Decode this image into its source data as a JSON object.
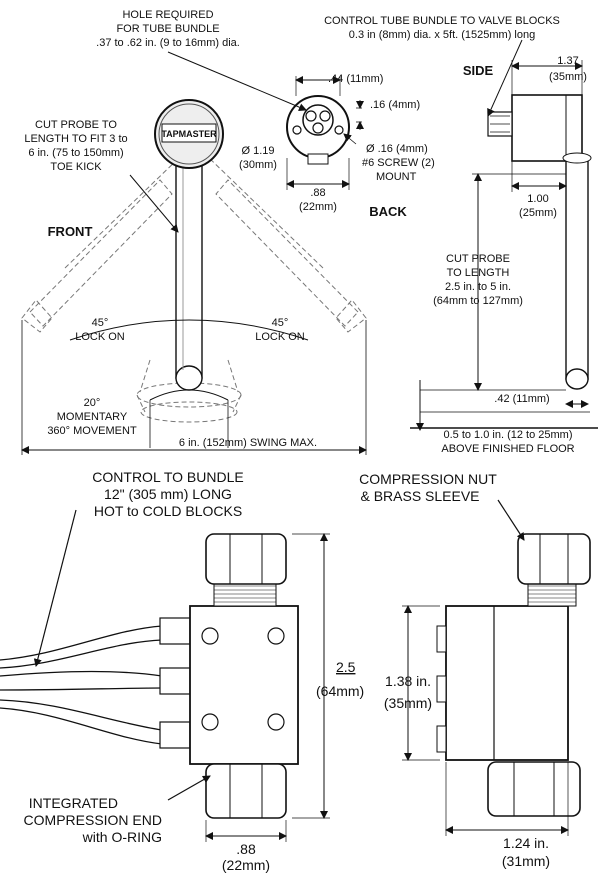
{
  "top": {
    "hole_required": [
      "HOLE REQUIRED",
      "FOR  TUBE BUNDLE",
      ".37 to .62 in. (9 to 16mm) dia."
    ],
    "control_tube": [
      "CONTROL TUBE BUNDLE TO VALVE BLOCKS",
      "0.3 in (8mm) dia. x 5ft. (1525mm) long"
    ],
    "side_label": "SIDE",
    "back_label": "BACK",
    "front_label": "FRONT",
    "cut_probe_front": [
      "CUT PROBE TO",
      "LENGTH TO FIT 3 to",
      "6 in. (75 to 150mm)",
      "TOE KICK"
    ],
    "logo_text": "TAPMASTER",
    "dim_44": ".44 (11mm)",
    "dim_16a": ".16 (4mm)",
    "dim_119": [
      "Ø  1.19",
      "(30mm)"
    ],
    "dim_16b": [
      "Ø  .16 (4mm)",
      "#6 SCREW (2)",
      "MOUNT"
    ],
    "dim_88_back": [
      ".88",
      "(22mm)"
    ],
    "dim_137": [
      "1.37",
      "(35mm)"
    ],
    "dim_100": [
      "1.00",
      "(25mm)"
    ],
    "cut_probe_side": [
      "CUT PROBE",
      "TO LENGTH",
      "2.5 in. to 5 in.",
      "(64mm to 127mm)"
    ],
    "dim_42": ".42 (11mm)",
    "floor": [
      "0.5 to 1.0 in. (12 to 25mm)",
      "ABOVE FINISHED FLOOR"
    ],
    "lock_left": [
      "45°",
      "LOCK ON"
    ],
    "lock_right": [
      "45°",
      "LOCK ON"
    ],
    "momentary": [
      "20°",
      "MOMENTARY",
      "360° MOVEMENT"
    ],
    "swing": "6 in. (152mm) SWING MAX."
  },
  "bottom": {
    "control_bundle": [
      "CONTROL TO BUNDLE",
      "12\" (305 mm) LONG",
      "HOT to COLD BLOCKS"
    ],
    "compression_nut": [
      "COMPRESSION NUT",
      "& BRASS SLEEVE"
    ],
    "integrated": [
      "INTEGRATED",
      "COMPRESSION END",
      "with O-RING"
    ],
    "dim_25": [
      "2.5",
      "(64mm)"
    ],
    "dim_88": [
      ".88",
      "(22mm)"
    ],
    "dim_138": [
      "1.38 in.",
      "(35mm)"
    ],
    "dim_124": [
      "1.24 in.",
      "(31mm)"
    ]
  }
}
